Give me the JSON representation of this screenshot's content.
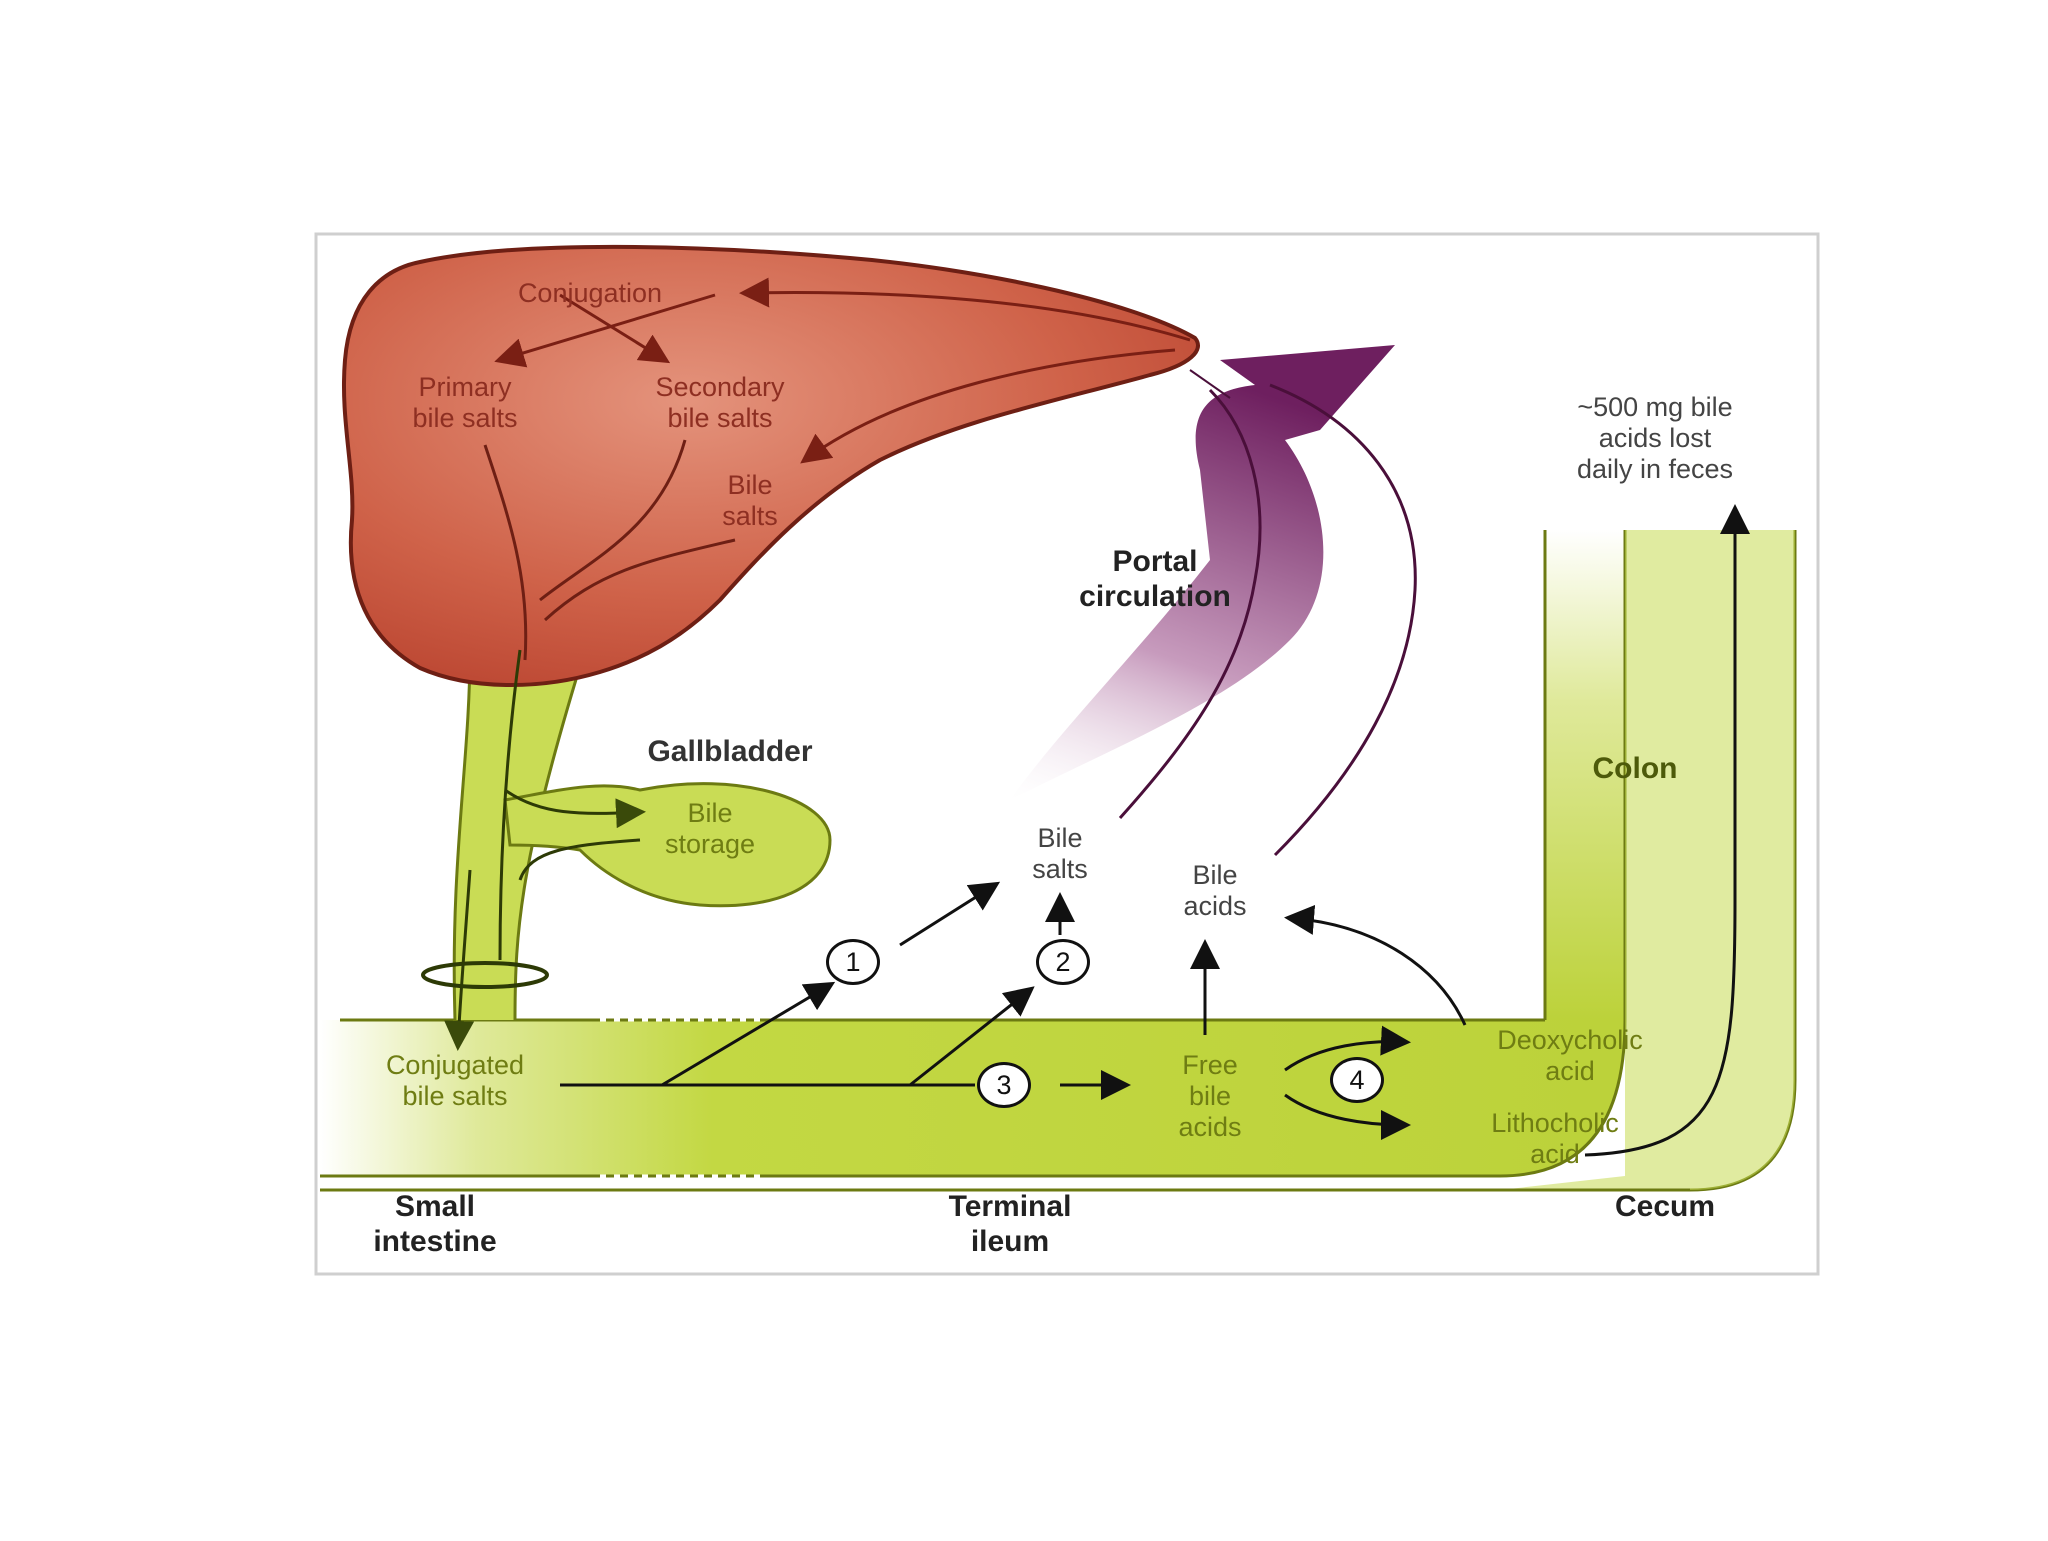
{
  "labels": {
    "conjugation": "Conjugation",
    "primary_bile_salts": "Primary\nbile salts",
    "secondary_bile_salts": "Secondary\nbile salts",
    "bile_salts_liver": "Bile\nsalts",
    "portal_circulation": "Portal\ncirculation",
    "bile_lost": "~500 mg bile\nacids lost\ndaily in feces",
    "gallbladder": "Gallbladder",
    "bile_storage": "Bile\nstorage",
    "colon": "Colon",
    "bile_salts_ileum": "Bile\nsalts",
    "bile_acids": "Bile\nacids",
    "conjugated_bile_salts": "Conjugated\nbile salts",
    "free_bile_acids": "Free\nbile\nacids",
    "deoxycholic_acid": "Deoxycholic\nacid",
    "lithocholic_acid": "Lithocholic\nacid",
    "small_intestine": "Small\nintestine",
    "terminal_ileum": "Terminal\nileum",
    "cecum": "Cecum"
  },
  "steps": [
    "1",
    "2",
    "3",
    "4"
  ],
  "colors": {
    "liver": "#c9553f",
    "liver_outline": "#6e1f14",
    "intestine": "#bcd23a",
    "portal_arrow": "#7a2a6a",
    "label_liver": "#8e2f22",
    "label_gut": "#6f7d13"
  }
}
